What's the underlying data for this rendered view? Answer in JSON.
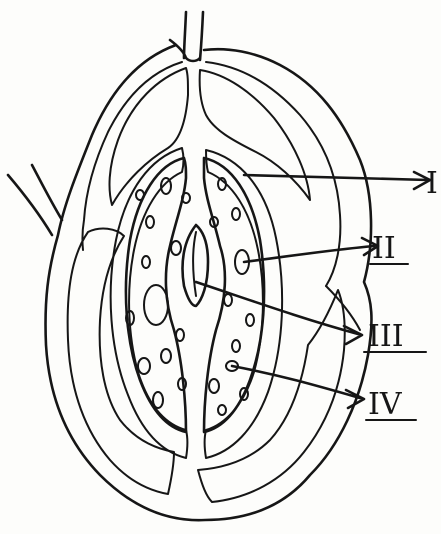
{
  "labels": [
    {
      "id": "I",
      "text": "I"
    },
    {
      "id": "II",
      "text": "II"
    },
    {
      "id": "III",
      "text": "III"
    },
    {
      "id": "IV",
      "text": "IV"
    }
  ],
  "ink_color": "#161616",
  "paper_color": "#fdfdfb"
}
